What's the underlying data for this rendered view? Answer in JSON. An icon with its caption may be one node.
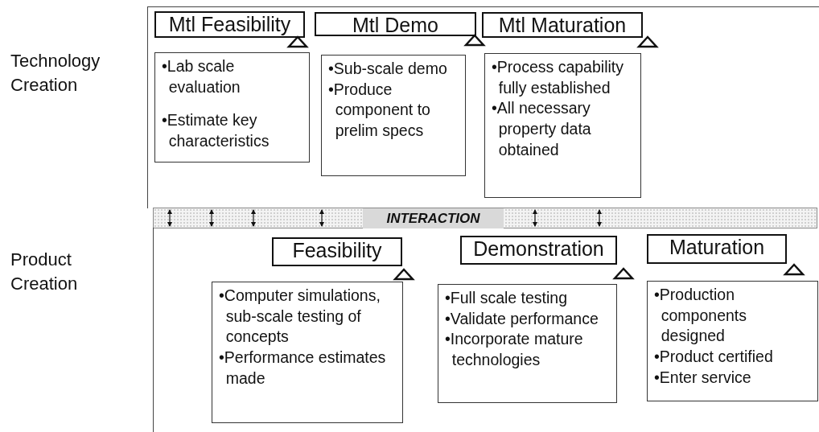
{
  "diagram": {
    "nodes": [
      {
        "text": [
          "Technology Creation"
        ]
      },
      {
        "text": [
          "Mtl Feasibility"
        ],
        "in": 0
      },
      {
        "text": [
          "•Lab scale evaluation",
          "•Estimate key characteristics"
        ],
        "in": 0
      },
      {
        "text": [
          "Mtl Demo"
        ],
        "in": 0
      },
      {
        "text": [
          "•Sub-scale demo",
          "•Produce component to prelim specs"
        ],
        "in": 0
      },
      {
        "text": [
          "Mtl Maturation"
        ],
        "in": 0
      },
      {
        "text": [
          "•Process capability fully established",
          "•All necessary property data obtained"
        ],
        "in": 0
      },
      {
        "text": [
          "INTERACTION"
        ]
      },
      {
        "text": [
          "Product Creation"
        ]
      },
      {
        "text": [
          "Feasibility"
        ],
        "in": 8
      },
      {
        "text": [
          "•Computer simulations, sub-scale testing of concepts",
          "•Performance estimates made"
        ],
        "in": 8
      },
      {
        "text": [
          "Demonstration"
        ],
        "in": 8
      },
      {
        "text": [
          "•Full scale testing",
          "•Validate performance",
          "•Incorporate mature technologies"
        ],
        "in": 8
      },
      {
        "text": [
          "Maturation"
        ],
        "in": 8
      },
      {
        "text": [
          "•Production components designed",
          "•Product certified",
          "•Enter service"
        ],
        "in": 8
      }
    ]
  }
}
